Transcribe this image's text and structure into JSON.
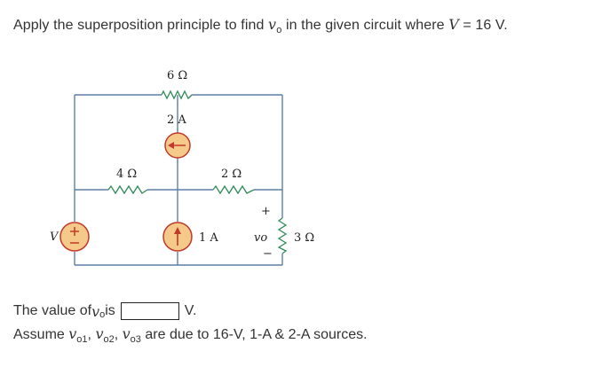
{
  "question": {
    "prefix": "Apply the superposition principle to find ",
    "var_main": "v",
    "var_sub": "o",
    "middle": " in the given circuit where ",
    "v_symbol": "V",
    "equation": " = 16 V."
  },
  "circuit": {
    "r_top": "6 Ω",
    "i_top": "2 A",
    "r_left": "4 Ω",
    "r_mid": "2 Ω",
    "i_mid": "1 A",
    "r_right": "3 Ω",
    "vo_label": "vo",
    "v_label": "V",
    "plus": "+",
    "minus": "−",
    "colors": {
      "wire": "#5b7fa6",
      "source_fill": "#f5c98a",
      "source_stroke": "#c0392b",
      "resistor": "#2e8b57"
    }
  },
  "answer": {
    "prefix": "The value of ",
    "var_main": "v",
    "var_sub": "o",
    "is": " is",
    "unit": "V.",
    "value": ""
  },
  "assume": {
    "prefix": "Assume ",
    "v1": "v",
    "s1": "o1",
    "v2": "v",
    "s2": "o2",
    "v3": "v",
    "s3": "o3",
    "suffix": "  are due to 16-V, 1-A & 2-A sources."
  }
}
